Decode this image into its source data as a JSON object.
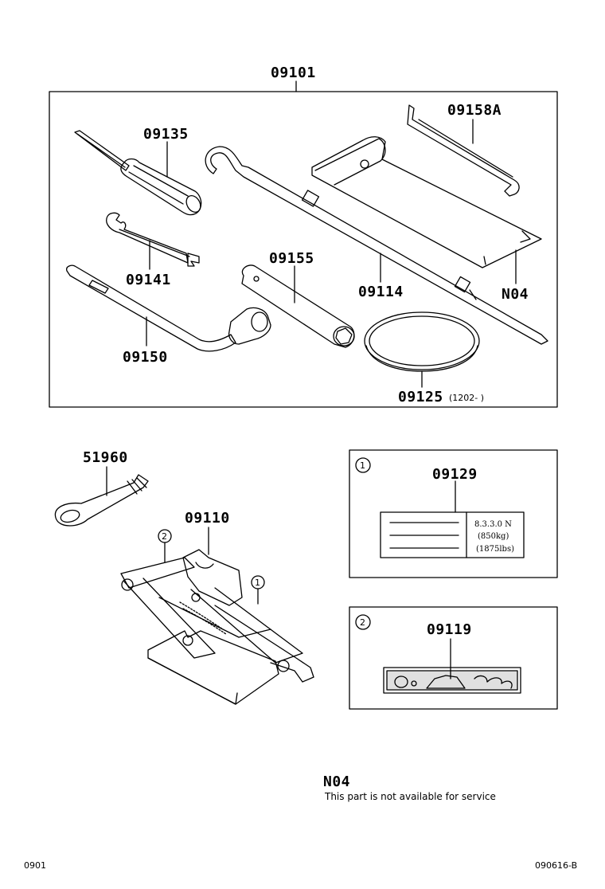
{
  "parts": {
    "p09101": "09101",
    "p09135": "09135",
    "p09158A": "09158A",
    "p09141": "09141",
    "p09155": "09155",
    "p09114": "09114",
    "pN04_top": "N04",
    "p09150": "09150",
    "p09125": "09125",
    "p09125_note": "(1202-    )",
    "p51960": "51960",
    "p09110": "09110",
    "p09129": "09129",
    "p09119": "09119"
  },
  "callouts": {
    "one": "1",
    "two": "2"
  },
  "label_09129": {
    "line1": "8.3.3.0 N",
    "line2": "(850kg)",
    "line3": "(1875lbs)"
  },
  "legend": {
    "code": "N04",
    "text": "This part is not available for service"
  },
  "footer": {
    "left": "0901",
    "right": "090616-B"
  }
}
